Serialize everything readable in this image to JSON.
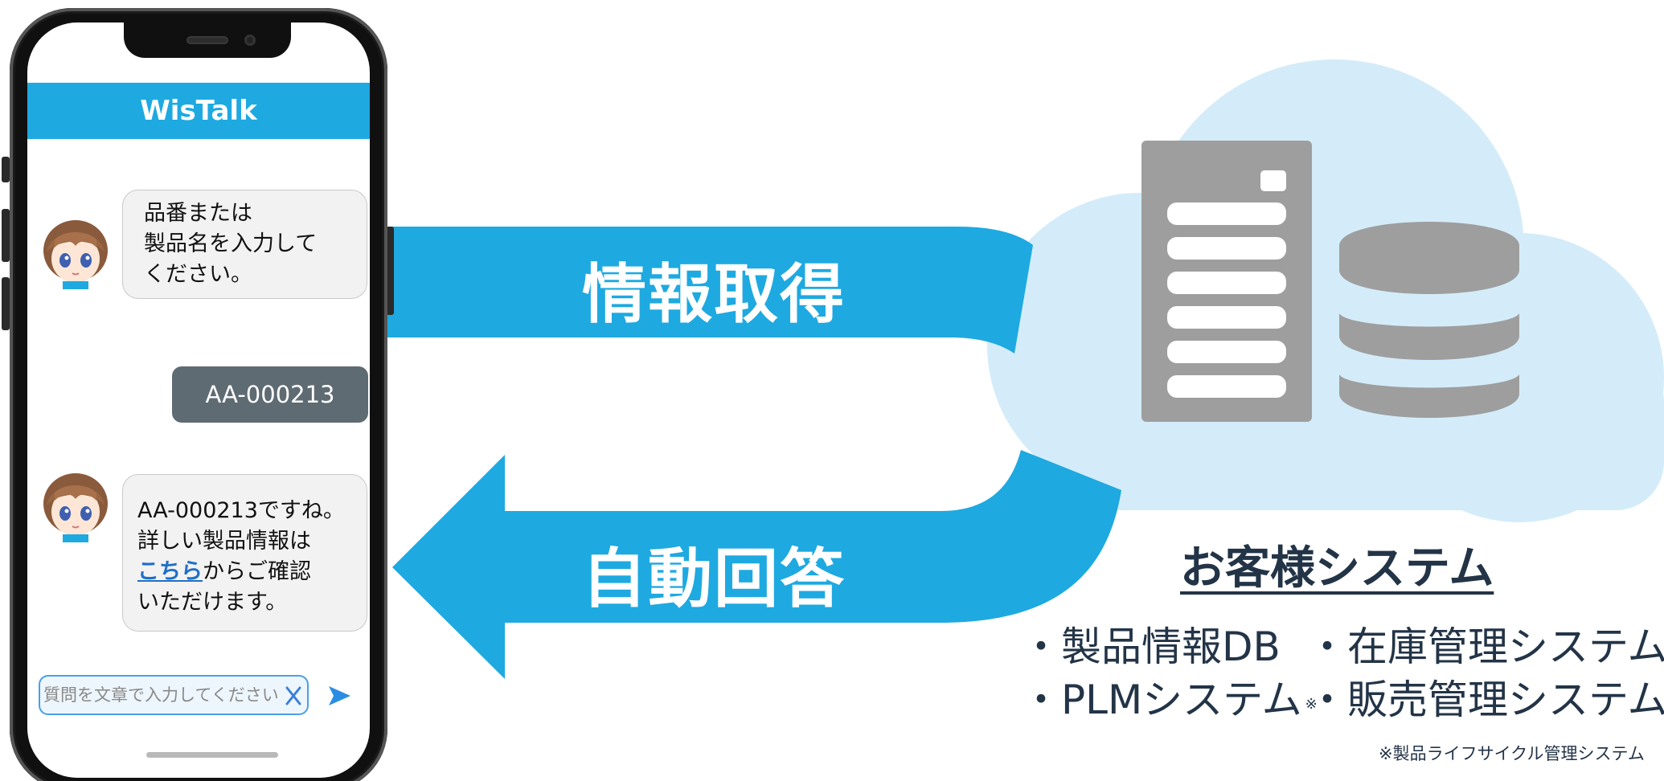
{
  "chat_app": {
    "title": "WisTalk",
    "messages": [
      {
        "sender": "bot",
        "lines": [
          "品番または",
          "製品名を入力して",
          "ください。"
        ]
      },
      {
        "sender": "user",
        "text": "AA-000213"
      },
      {
        "sender": "bot",
        "lines": [
          "AA-000213ですね。",
          "詳しい製品情報は"
        ],
        "link_text": "こちら",
        "after_link": "からご確認",
        "last_line": "いただけます。"
      }
    ],
    "input_placeholder": "質問を文章で入力してください",
    "clear_symbol": "X",
    "icons": [
      "avatar-icon",
      "clear-icon",
      "send-icon"
    ]
  },
  "flow": {
    "get_label": "情報取得",
    "reply_label": "自動回答"
  },
  "system": {
    "title": "お客様システム",
    "items": [
      "・製品情報DB",
      "・在庫管理システム",
      "・PLMシステム",
      "・販売管理システム"
    ],
    "note_mark": "※",
    "footnote": "※製品ライフサイクル管理システム",
    "icons": [
      "server-icon",
      "database-icon",
      "cloud-icon"
    ]
  },
  "colors": {
    "accent_blue": "#1ea9e1",
    "cloud": "#d4ecf9",
    "server_gray": "#9e9e9e",
    "dark_text": "#233447",
    "user_bubble": "#5f6b72"
  }
}
